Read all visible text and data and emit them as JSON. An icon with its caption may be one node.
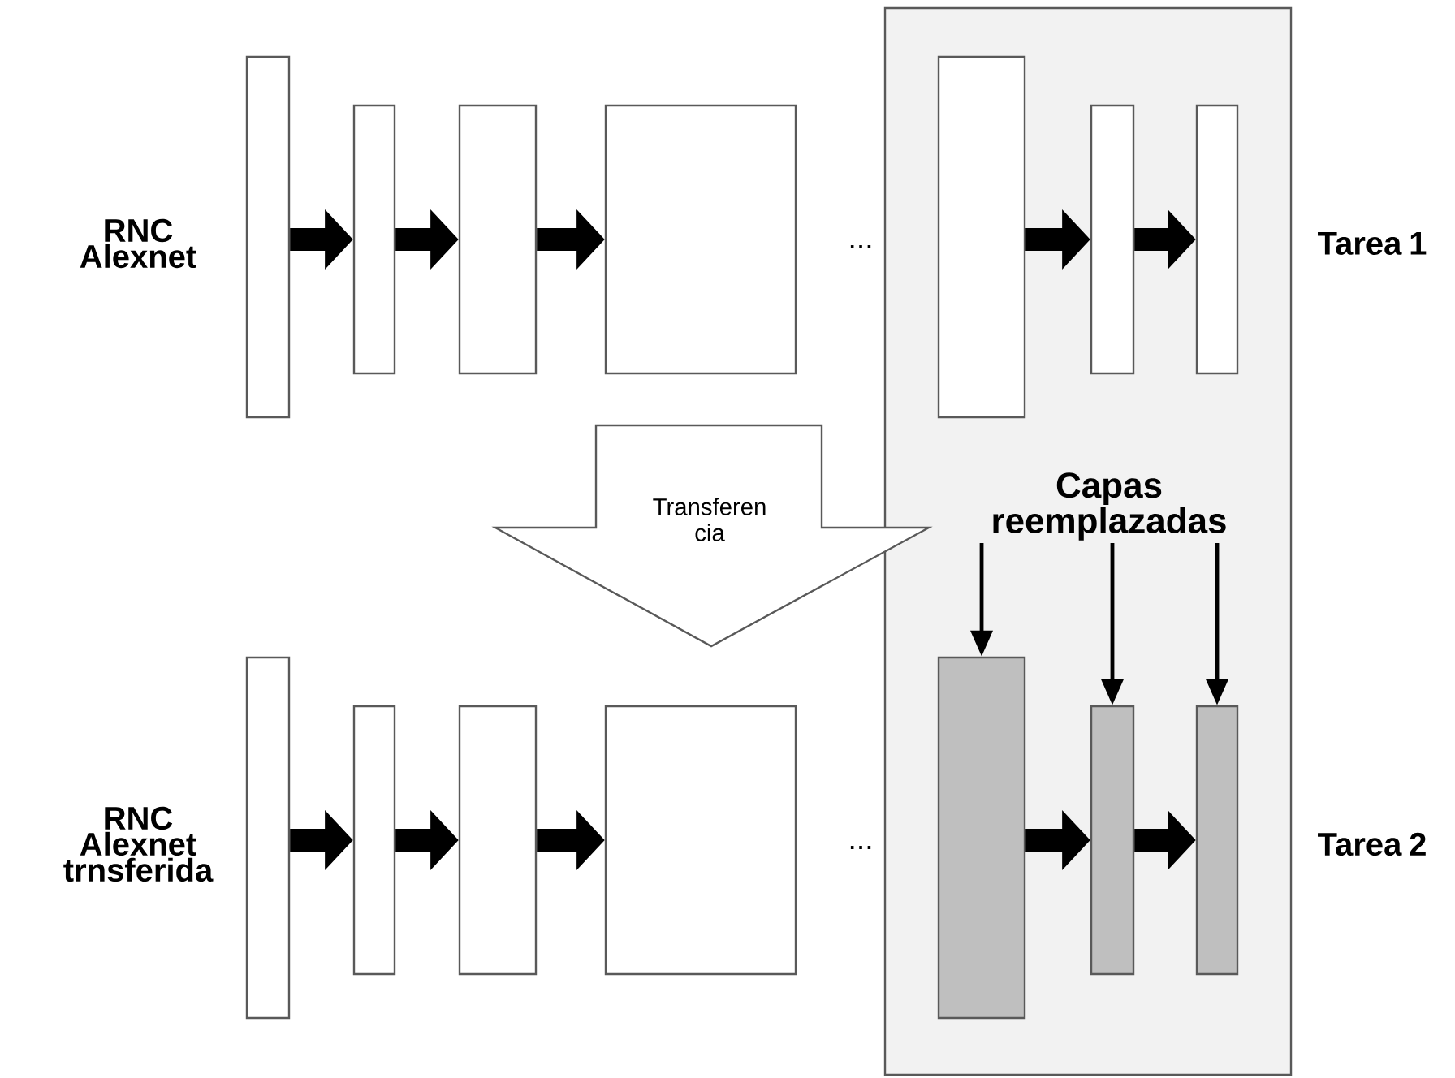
{
  "diagram": {
    "nodes": [
      {
        "text": [],
        "shape": "box"
      },
      {
        "text": [],
        "shape": "box"
      },
      {
        "text": [],
        "shape": "box"
      },
      {
        "text": [],
        "shape": "box"
      },
      {
        "text": [],
        "shape": "box"
      },
      {
        "text": [],
        "shape": "box",
        "in": 0
      },
      {
        "text": [],
        "shape": "box",
        "in": 0
      },
      {
        "text": [],
        "shape": "box",
        "in": 0
      },
      {
        "text": [
          "Transferen cia"
        ]
      },
      {
        "text": [
          "Capas reemplazadas"
        ],
        "in": 0
      },
      {
        "text": [],
        "shape": "box"
      },
      {
        "text": [],
        "shape": "box"
      },
      {
        "text": [],
        "shape": "box"
      },
      {
        "text": [],
        "shape": "box"
      },
      {
        "text": [],
        "shape": "box",
        "in": 0
      },
      {
        "text": [],
        "shape": "box",
        "in": 0
      },
      {
        "text": [],
        "shape": "box",
        "in": 0
      }
    ],
    "edges": [
      {
        "from": 1,
        "to": 2,
        "arrow": "to"
      },
      {
        "from": 2,
        "to": 3,
        "arrow": "to"
      },
      {
        "from": 3,
        "to": 4,
        "arrow": "to"
      },
      {
        "from": 5,
        "to": 6,
        "arrow": "to"
      },
      {
        "from": 6,
        "to": 7,
        "arrow": "to"
      },
      {
        "from": 10,
        "to": 11,
        "arrow": "to"
      },
      {
        "from": 11,
        "to": 12,
        "arrow": "to"
      },
      {
        "from": 12,
        "to": 13,
        "arrow": "to"
      },
      {
        "from": 14,
        "to": 15,
        "arrow": "to"
      },
      {
        "from": 15,
        "to": 16,
        "arrow": "to"
      },
      {
        "from": 9,
        "to": 14,
        "arrow": "to"
      },
      {
        "from": 9,
        "to": 15,
        "arrow": "to"
      },
      {
        "from": 9,
        "to": 16,
        "arrow": "to"
      }
    ],
    "labels": [
      "RNC Alexnet",
      "...",
      "Tarea 1",
      "RNC Alexnet trnsferida",
      "...",
      "Tarea 2"
    ]
  }
}
